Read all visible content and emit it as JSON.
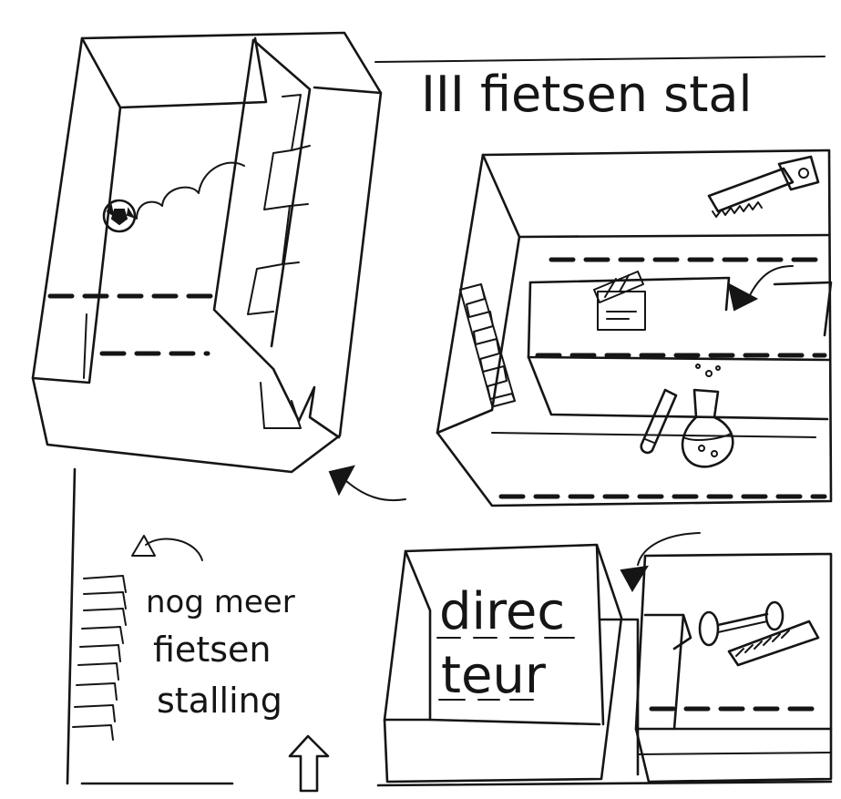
{
  "title": "III fietsen stal",
  "labels": {
    "nog_meer": "nog meer",
    "fietsen": "fietsen",
    "stalling": "stalling",
    "direc": "direc",
    "teur": "teur"
  },
  "colors": {
    "ink": "#151515",
    "paper": "#ffffff"
  },
  "icons": [
    "soccer-ball-icon",
    "saw-icon",
    "clapperboard-icon",
    "test-tube-icon",
    "flask-icon",
    "stairs-icon",
    "lathe-icon",
    "arrow-icon"
  ]
}
